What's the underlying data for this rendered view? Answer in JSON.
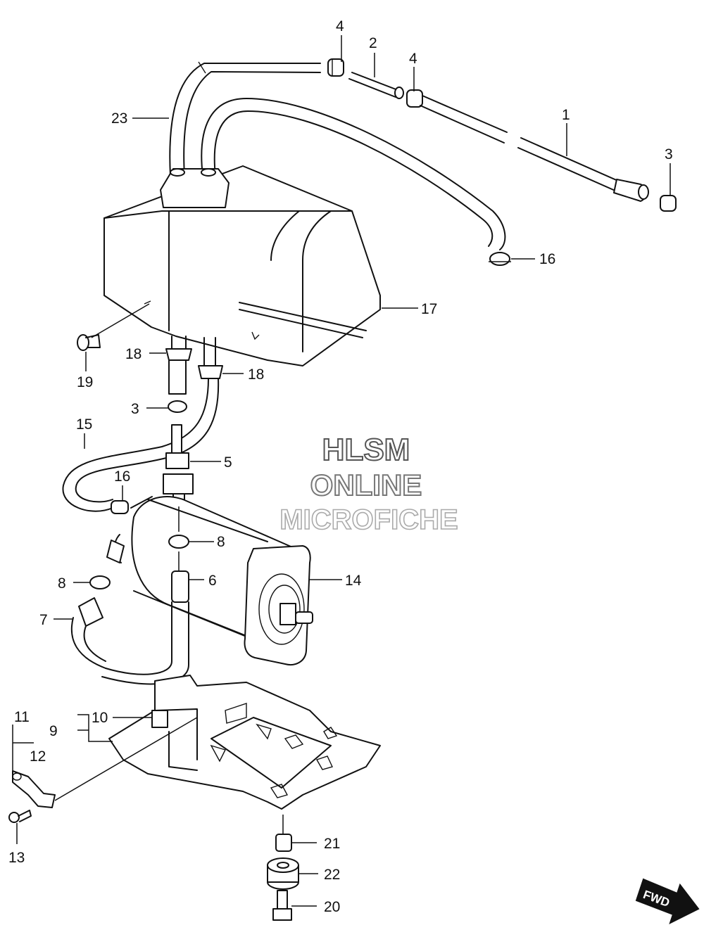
{
  "watermark": {
    "line1": "HLSM",
    "line2": "ONLINE",
    "line3": "MICROFICHE"
  },
  "fwd_label": "FWD",
  "callouts": [
    "1",
    "2",
    "3",
    "4",
    "4",
    "3",
    "5",
    "6",
    "7",
    "8",
    "8",
    "9",
    "10",
    "11",
    "12",
    "13",
    "14",
    "15",
    "16",
    "16",
    "17",
    "18",
    "18",
    "19",
    "20",
    "21",
    "22",
    "23"
  ],
  "colors": {
    "line": "#111111",
    "wm1": "#555555",
    "wm2": "#777777",
    "wm3": "#aaaaaa"
  }
}
